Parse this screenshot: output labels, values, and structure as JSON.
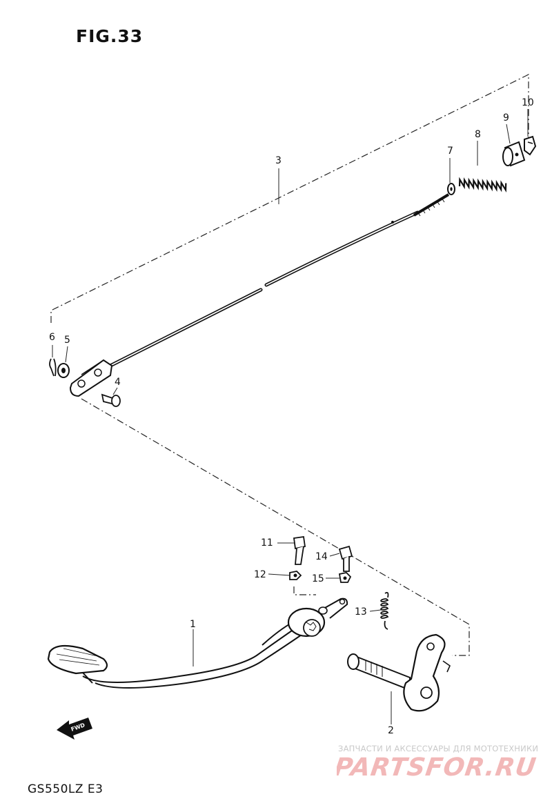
{
  "figure": {
    "title": "FIG.33",
    "model_code": "GS550LZ E3"
  },
  "callouts": [
    {
      "id": "1",
      "text": "1"
    },
    {
      "id": "2",
      "text": "2"
    },
    {
      "id": "3",
      "text": "3"
    },
    {
      "id": "4",
      "text": "4"
    },
    {
      "id": "5",
      "text": "5"
    },
    {
      "id": "6",
      "text": "6"
    },
    {
      "id": "7",
      "text": "7"
    },
    {
      "id": "8",
      "text": "8"
    },
    {
      "id": "9",
      "text": "9"
    },
    {
      "id": "10",
      "text": "10"
    },
    {
      "id": "11",
      "text": "11"
    },
    {
      "id": "12",
      "text": "12"
    },
    {
      "id": "13",
      "text": "13"
    },
    {
      "id": "14",
      "text": "14"
    },
    {
      "id": "15",
      "text": "15"
    }
  ],
  "direction_marker": {
    "label": "FWD",
    "icon": "forward-arrow-icon"
  },
  "watermark": {
    "tagline": "ЗАПЧАСТИ И АКСЕССУАРЫ ДЛЯ МОТОТЕХНИКИ",
    "logo_text": "PARTSFOR.RU",
    "color": "#f2b8b8"
  }
}
